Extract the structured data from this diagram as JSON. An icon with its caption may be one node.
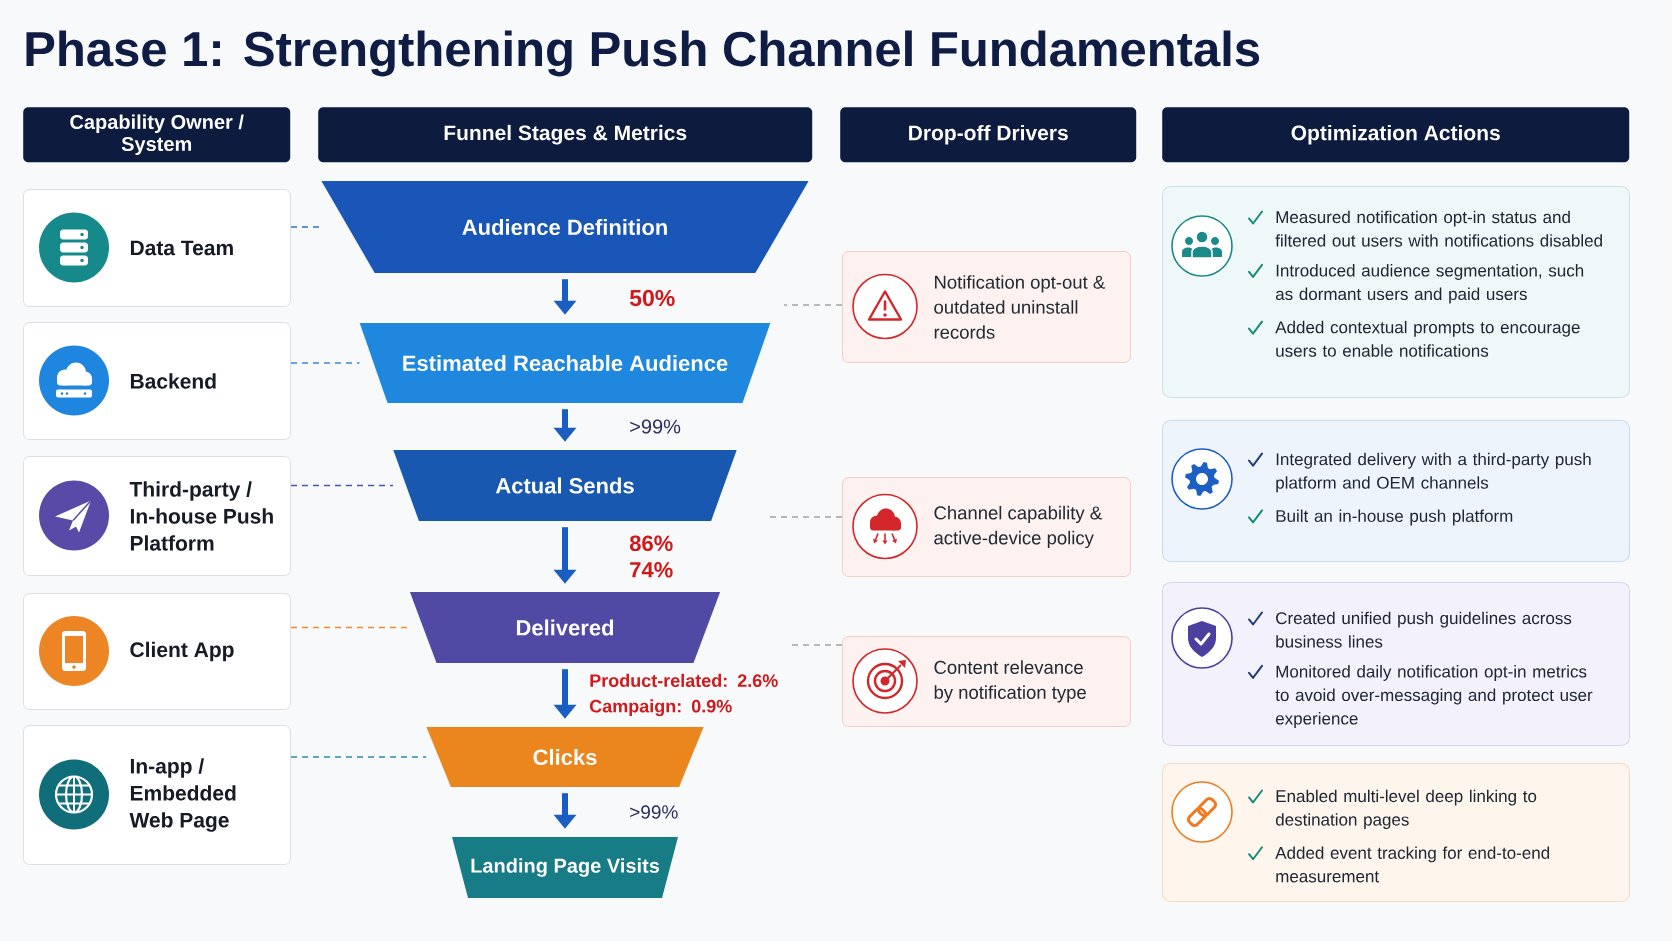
{
  "diagram": {
    "title": "Phase 1: Strengthening Push Channel Fundamentals",
    "nodes": [
      {
        "text": [
          "Capability Owner / System"
        ]
      },
      {
        "text": [
          "Funnel Stages & Metrics"
        ]
      },
      {
        "text": [
          "Drop-off Drivers"
        ]
      },
      {
        "text": [
          "Optimization Actions"
        ]
      },
      {
        "text": [
          "Data Team"
        ]
      },
      {
        "text": [
          "Backend"
        ]
      },
      {
        "text": [
          "Third-party / In-house Push Platform"
        ]
      },
      {
        "text": [
          "Client App"
        ]
      },
      {
        "text": [
          "In-app / Embedded Web Page"
        ]
      },
      {
        "text": [
          "Audience Definition"
        ]
      },
      {
        "text": [
          "Estimated Reachable Audience"
        ]
      },
      {
        "text": [
          "Actual Sends"
        ]
      },
      {
        "text": [
          "Delivered"
        ]
      },
      {
        "text": [
          "Clicks"
        ]
      },
      {
        "text": [
          "Landing Page Visits"
        ]
      },
      {
        "text": [
          "Notification opt-out & outdated uninstall records"
        ]
      },
      {
        "text": [
          "Channel capability & active-device policy"
        ]
      },
      {
        "text": [
          "Content relevance by notification type"
        ]
      },
      {
        "text": [
          "Measured notification opt-in status and filtered out users with notifications disabled",
          "Introduced audience segmentation, such as dormant users and paid users",
          "Added contextual prompts to encourage users to enable notifications"
        ]
      },
      {
        "text": [
          "Integrated delivery with a third-party push platform and OEM channels",
          "Built an in-house push platform"
        ]
      },
      {
        "text": [
          "Created unified push guidelines across business lines",
          "Monitored daily notification opt-in metrics to avoid over-messaging and protect user experience"
        ]
      },
      {
        "text": [
          "Enabled multi-level deep linking to destination pages",
          "Added event tracking for end-to-end measurement"
        ]
      }
    ],
    "edges": [
      {
        "from": 4,
        "to": 9,
        "arrow": "none",
        "style": "dashed",
        "color": "#2f6fd0"
      },
      {
        "from": 5,
        "to": 10,
        "arrow": "none",
        "style": "dashed",
        "color": "#3b86dd"
      },
      {
        "from": 6,
        "to": 11,
        "arrow": "none",
        "style": "dashed",
        "color": "#4a56b0"
      },
      {
        "from": 7,
        "to": 12,
        "arrow": "none",
        "style": "dashed",
        "color": "#ee8a30"
      },
      {
        "from": 8,
        "to": 13,
        "arrow": "none",
        "style": "dashed",
        "color": "#2a8da0"
      },
      {
        "from": 9,
        "to": 10,
        "arrow": "to",
        "style": "thick",
        "label": "50%"
      },
      {
        "from": 10,
        "to": 11,
        "arrow": "to",
        "style": "thick",
        "label": ">99%"
      },
      {
        "from": 11,
        "to": 12,
        "arrow": "to",
        "style": "thick",
        "label": "86% 74%"
      },
      {
        "from": 12,
        "to": 13,
        "arrow": "to",
        "style": "thick",
        "label": "Product-related: 2.6% Campaign: 0.9%"
      },
      {
        "from": 13,
        "to": 14,
        "arrow": "to",
        "style": "thick",
        "label": ">99%"
      },
      {
        "from": 15,
        "to": null,
        "arrow": "none",
        "style": "dashed",
        "color": "#a3a3a3"
      },
      {
        "from": 16,
        "to": null,
        "arrow": "none",
        "style": "dashed",
        "color": "#a3a3a3"
      },
      {
        "from": 17,
        "to": null,
        "arrow": "none",
        "style": "dashed",
        "color": "#a3a3a3"
      }
    ]
  }
}
